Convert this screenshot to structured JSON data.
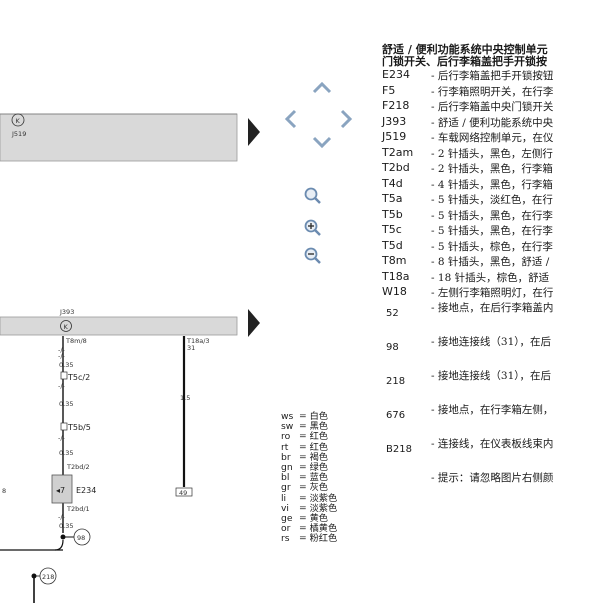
{
  "legend": {
    "title_line1": "舒适 / 便利功能系统中央控制单元",
    "title_line2": "门锁开关、后行李箱盖把手开锁按",
    "items": [
      {
        "code": "E234",
        "desc": "- 后行李箱盖把手开锁按钮"
      },
      {
        "code": "F5",
        "desc": "- 行李箱照明开关，在行李"
      },
      {
        "code": "F218",
        "desc": "- 后行李箱盖中央门锁开关"
      },
      {
        "code": "J393",
        "desc": "- 舒适 / 便利功能系统中央"
      },
      {
        "code": "J519",
        "desc": "- 车载网络控制单元，在仪"
      },
      {
        "code": "T2am",
        "desc": "- 2 针插头，黑色，左侧行"
      },
      {
        "code": "T2bd",
        "desc": "- 2 针插头，黑色，行李箱"
      },
      {
        "code": "T4d",
        "desc": "- 4 针插头，黑色，行李箱"
      },
      {
        "code": "T5a",
        "desc": "- 5 针插头，淡红色，在行"
      },
      {
        "code": "T5b",
        "desc": "- 5 针插头，黑色，在行李"
      },
      {
        "code": "T5c",
        "desc": "- 5 针插头，黑色，在行李"
      },
      {
        "code": "T5d",
        "desc": "- 5 针插头，棕色，在行李"
      },
      {
        "code": "T8m",
        "desc": "- 8 针插头，黑色，舒适 /"
      },
      {
        "code": "T18a",
        "desc": "- 18 针插头，棕色，舒适"
      },
      {
        "code": "W18",
        "desc": "- 左侧行李箱照明灯，在行"
      },
      {
        "code": "52",
        "desc": "- 接地点，在后行李箱盖内"
      },
      {
        "code": "98",
        "desc": "- 接地连接线（31），在后"
      },
      {
        "code": "218",
        "desc": "- 接地连接线（31），在后"
      },
      {
        "code": "676",
        "desc": "- 接地点，在行李箱左侧，"
      },
      {
        "code": "B218",
        "desc": "- 连接线，在仪表板线束内"
      },
      {
        "code": "",
        "desc": "- 提示：请忽略图片右侧颜"
      }
    ]
  },
  "colors": [
    {
      "code": "ws",
      "name": "= 白色"
    },
    {
      "code": "sw",
      "name": "= 黑色"
    },
    {
      "code": "ro",
      "name": "= 红色"
    },
    {
      "code": "rt",
      "name": "= 红色"
    },
    {
      "code": "br",
      "name": "= 褐色"
    },
    {
      "code": "gn",
      "name": "= 绿色"
    },
    {
      "code": "bl",
      "name": "= 蓝色"
    },
    {
      "code": "gr",
      "name": "= 灰色"
    },
    {
      "code": "li",
      "name": "= 淡紫色"
    },
    {
      "code": "vi",
      "name": "= 淡紫色"
    },
    {
      "code": "ge",
      "name": "= 黄色"
    },
    {
      "code": "or",
      "name": "= 橘黄色"
    },
    {
      "code": "rs",
      "name": "= 粉红色"
    }
  ],
  "diagram": {
    "j519_label": "J519",
    "j393_label": "J393",
    "k_symbol": "K",
    "t8m_label": "T8m/8",
    "t18a_label": "T18a/3",
    "t18a_pin": "31",
    "wire_035_a": "0.35",
    "wire_035_b": "0.35",
    "wire_035_c": "0.35",
    "wire_035_d": "0.35",
    "wire_15": "1.5",
    "t5c_label": "T5c/2",
    "t5b_label": "T5b/5",
    "t2bd_top": "T2bd/2",
    "t2bd_bot": "T2bd/1",
    "e234_label": "E234",
    "ground_98": "98",
    "ground_218": "218",
    "box_49": "49",
    "left_8": "8",
    "small_marks": "-/-"
  }
}
